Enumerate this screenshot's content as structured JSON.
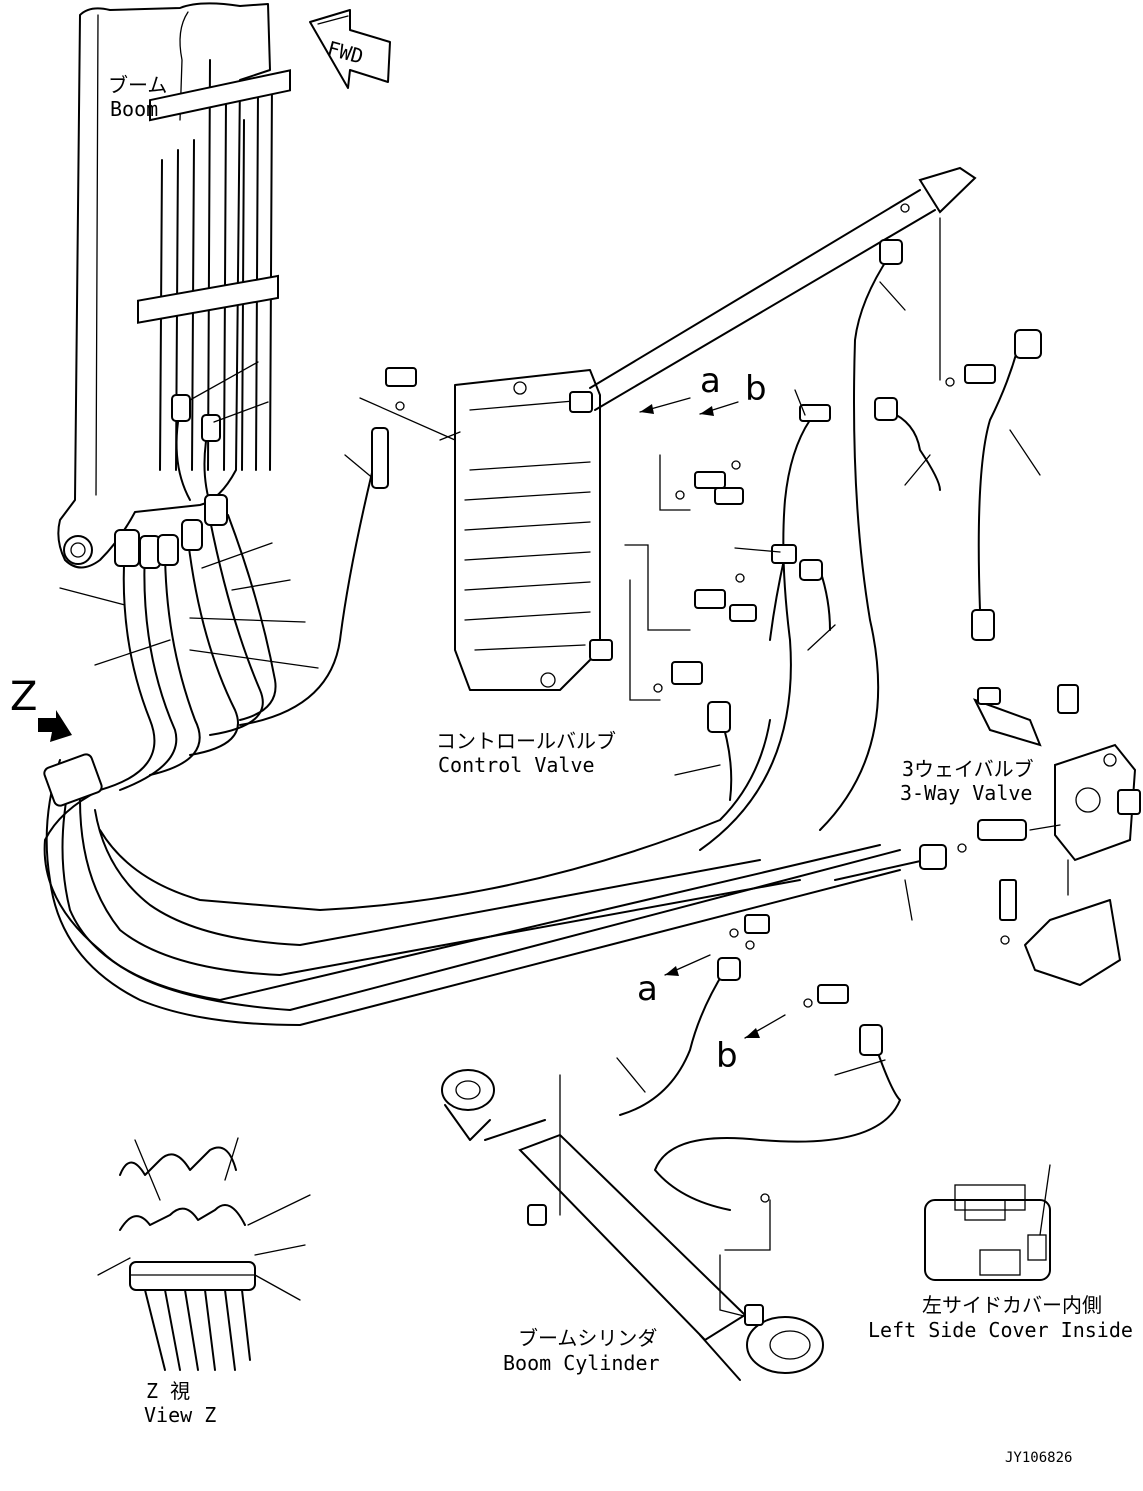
{
  "labels": {
    "boom_jp": "ブーム",
    "boom_en": "Boom",
    "fwd": "FWD",
    "control_valve_jp": "コントロールバルブ",
    "control_valve_en": "Control Valve",
    "three_way_valve_jp": "3ウェイバルブ",
    "three_way_valve_en": "3-Way Valve",
    "boom_cylinder_jp": "ブームシリンダ",
    "boom_cylinder_en": "Boom Cylinder",
    "left_cover_jp": "左サイドカバー内側",
    "left_cover_en": "Left Side Cover Inside",
    "view_z_jp": "Z 視",
    "view_z_en": "View Z",
    "z_marker": "Z",
    "a_top": "a",
    "b_top": "b",
    "a_bottom": "a",
    "b_bottom": "b",
    "drawing_id": "JY106826"
  }
}
